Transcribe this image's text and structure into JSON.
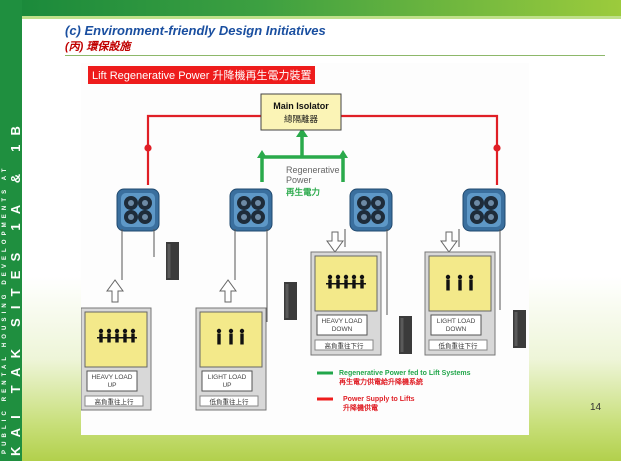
{
  "sidebar": {
    "small_text": "PUBLIC RENTAL HOUSING DEVELOPMENTS AT",
    "big_text": "KAI TAK SITES 1A & 1B"
  },
  "slide": {
    "title": "(c) Environment-friendly Design Initiatives",
    "subtitle": "(丙) 環保設施",
    "page_number": "14"
  },
  "diagram": {
    "heading": "Lift Regenerative Power  升降機再生電力裝置",
    "main_isolator": {
      "line1": "Main Isolator",
      "line2": "總隔離器"
    },
    "regen_label": {
      "line1": "Regenerative",
      "line2": "Power",
      "line3": "再生電力"
    },
    "cars": [
      {
        "sign_en1": "HEAVY LOAD",
        "sign_en2": "UP",
        "sign_zh": "高負重往上行"
      },
      {
        "sign_en1": "LIGHT LOAD",
        "sign_en2": "UP",
        "sign_zh": "低負重往上行"
      },
      {
        "sign_en1": "HEAVY LOAD",
        "sign_en2": "DOWN",
        "sign_zh": "高負重往下行"
      },
      {
        "sign_en1": "LIGHT LOAD",
        "sign_en2": "DOWN",
        "sign_zh": "低負重往下行"
      }
    ],
    "legend": [
      {
        "text_en": "Regenerative Power fed to Lift Systems",
        "text_zh": "再生電力供電給升降機系統",
        "color": "#21a64a"
      },
      {
        "text_en": "Power Supply to Lifts",
        "text_zh": "升降機供電",
        "color": "#ee1c1c"
      }
    ]
  }
}
